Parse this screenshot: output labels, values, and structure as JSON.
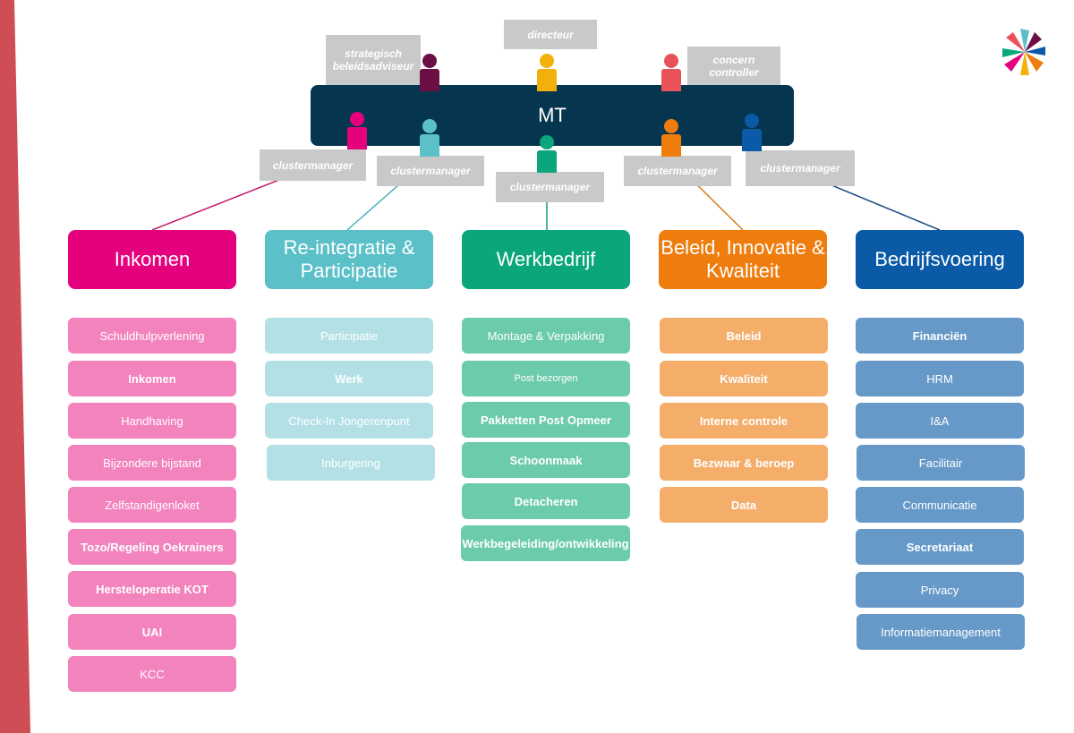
{
  "mt": {
    "label": "MT"
  },
  "roles": {
    "strategisch": "strategisch beleidsadviseur",
    "directeur": "directeur",
    "controller": "concern controller",
    "clustermanager": "clustermanager"
  },
  "colors": {
    "pink": "#e5007e",
    "teal": "#5bc0c8",
    "green": "#0ba67b",
    "orange": "#ee7d0e",
    "blue": "#0a5aa7",
    "mt": "#06364f",
    "plum": "#6b0f44",
    "gold": "#f2b10a",
    "coral": "#ea5259"
  },
  "clusters": [
    {
      "title": "Inkomen",
      "items": [
        "Schuldhulpverlening",
        "Inkomen",
        "Handhaving",
        "Bijzondere bijstand",
        "Zelfstandigenloket",
        "Tozo/Regeling Oekrainers",
        "Hersteloperatie KOT",
        "UAI",
        "KCC"
      ]
    },
    {
      "title": "Re-integratie & Participatie",
      "items": [
        "Participatie",
        "Werk",
        "Check-In Jongerenpunt",
        "Inburgering"
      ]
    },
    {
      "title": "Werkbedrijf",
      "items": [
        "Montage & Verpakking",
        "Post bezorgen",
        "Pakketten Post Opmeer",
        "Schoonmaak",
        "Detacheren",
        "Werkbegeleiding/ontwikkeling"
      ]
    },
    {
      "title": "Beleid, Innovatie & Kwaliteit",
      "items": [
        "Beleid",
        "Kwaliteit",
        "Interne controle",
        "Bezwaar & beroep",
        "Data"
      ]
    },
    {
      "title": "Bedrijfsvoering",
      "items": [
        "Financiën",
        "HRM",
        "I&A",
        "Facilitair",
        "Communicatie",
        "Secretariaat",
        "Privacy",
        "Informatiemanagement"
      ]
    }
  ]
}
